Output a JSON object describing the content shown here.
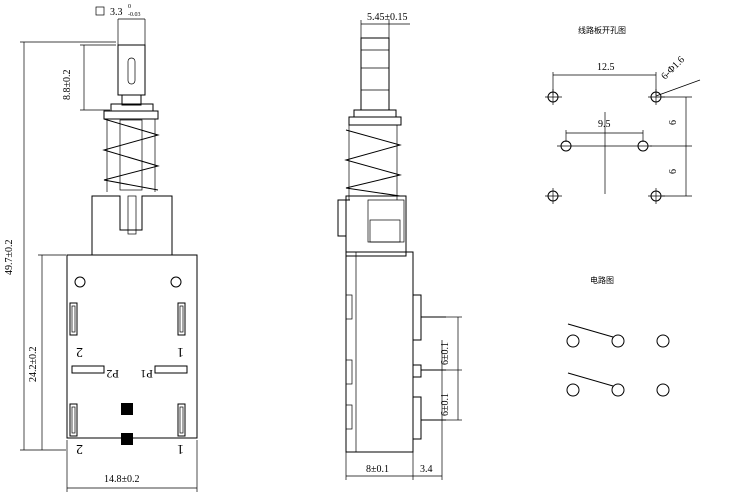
{
  "front_view": {
    "top_tolerance": "3.3",
    "top_tol_upper": "0",
    "top_tol_lower": "-0.03",
    "stem_length": "8.8±0.2",
    "total_height": "49.7±0.2",
    "body_height": "24.2±0.2",
    "body_width": "14.8±0.2",
    "pin_label_2_top": "2",
    "pin_label_1_top": "1",
    "pin_label_2_bottom": "2",
    "pin_label_1_bottom": "1",
    "pole_label_left": "P2",
    "pole_label_right": "P1"
  },
  "side_view": {
    "stem_width": "5.45±0.15",
    "body_depth": "8±0.1",
    "pin_offset": "3.4",
    "pitch_upper": "6±0.1",
    "pitch_lower": "6±0.1"
  },
  "pcb_layout": {
    "title": "线路板开孔图",
    "outer_spacing": "12.5",
    "inner_spacing": "9.5",
    "hole_spec": "6-Φ1.6",
    "vertical_pitch_upper": "6",
    "vertical_pitch_lower": "6"
  },
  "circuit": {
    "title": "电路图"
  }
}
